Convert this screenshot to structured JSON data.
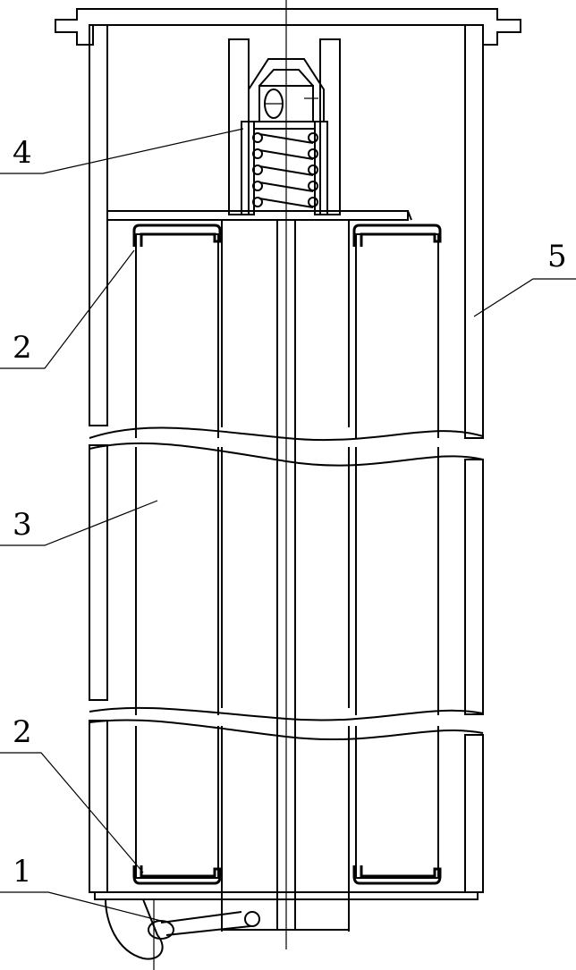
{
  "callouts": [
    {
      "id": "part-1",
      "text": "1"
    },
    {
      "id": "part-2-top",
      "text": "2"
    },
    {
      "id": "part-2-bottom",
      "text": "2"
    },
    {
      "id": "part-3",
      "text": "3"
    },
    {
      "id": "part-4",
      "text": "4"
    },
    {
      "id": "part-5",
      "text": "5"
    }
  ]
}
